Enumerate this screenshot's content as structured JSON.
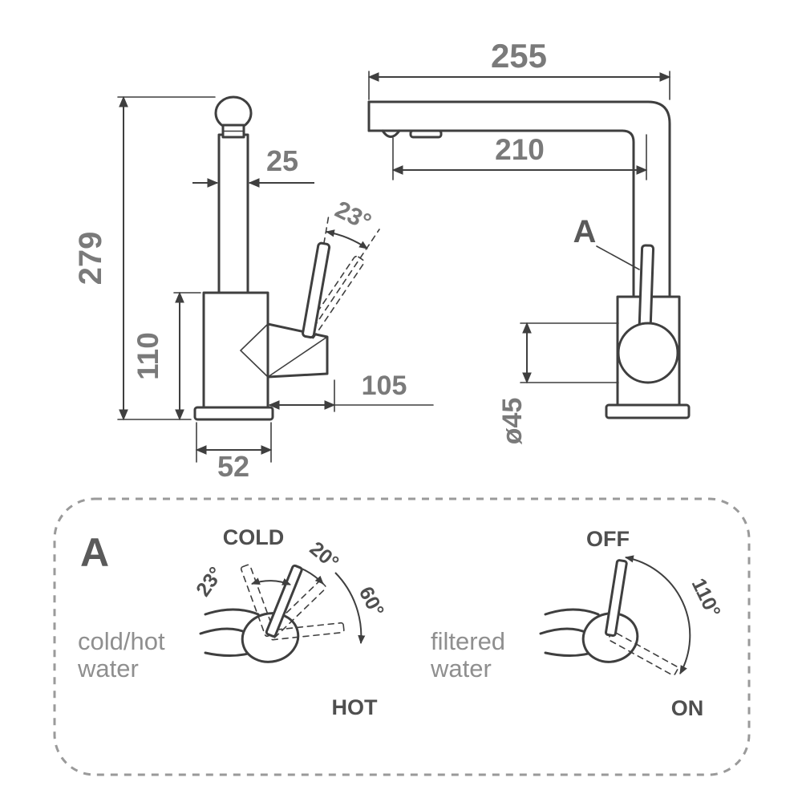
{
  "colors": {
    "line": "#3f3f3f",
    "dimension_text": "#7a7a7a",
    "caption_text": "#8f8f8f",
    "detail_text": "#4f4f4f",
    "dashed_border": "#9a9a9a",
    "background": "#ffffff"
  },
  "left_view": {
    "total_height": "279",
    "body_height": "110",
    "spout_width": "25",
    "handle_reach": "105",
    "base_width": "52",
    "handle_tilt": "23°"
  },
  "right_view": {
    "total_depth": "255",
    "spout_reach": "210",
    "body_diameter": "ø45",
    "detail_marker": "A"
  },
  "detail_panel": {
    "title": "A",
    "left": {
      "caption_line1": "cold/hot",
      "caption_line2": "water",
      "top_label": "COLD",
      "bottom_label": "HOT",
      "tilt_angle": "23°",
      "cold_angle": "20°",
      "hot_angle": "60°"
    },
    "right": {
      "caption_line1": "filtered",
      "caption_line2": "water",
      "top_label": "OFF",
      "bottom_label": "ON",
      "sweep_angle": "110°"
    }
  }
}
